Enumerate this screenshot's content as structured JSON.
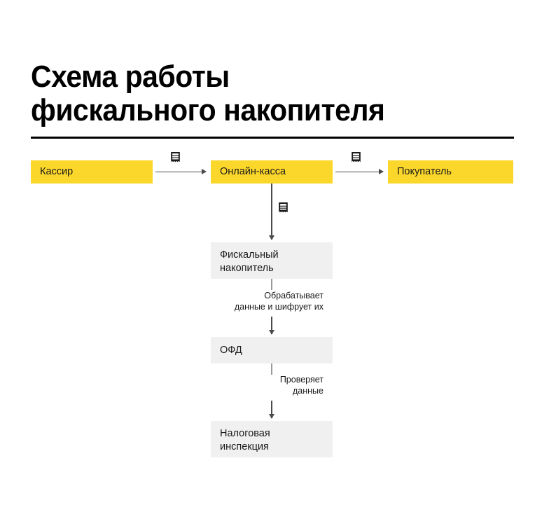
{
  "title": "Схема работы\nфискального накопителя",
  "colors": {
    "accent_yellow": "#FCD72B",
    "node_gray": "#F0F0F0",
    "text": "#1a1a1a",
    "arrow": "#4a4a4a",
    "divider": "#000000"
  },
  "diagram": {
    "type": "flowchart",
    "nodes": [
      {
        "id": "cashier",
        "label": "Кассир",
        "style": "yellow"
      },
      {
        "id": "online-cash",
        "label": "Онлайн-касса",
        "style": "yellow"
      },
      {
        "id": "buyer",
        "label": "Покупатель",
        "style": "yellow"
      },
      {
        "id": "fiscal-drive",
        "label": "Фискальный\nнакопитель",
        "style": "gray"
      },
      {
        "id": "ofd",
        "label": "ОФД",
        "style": "gray"
      },
      {
        "id": "tax",
        "label": "Налоговая\nинспекция",
        "style": "gray"
      }
    ],
    "edges": [
      {
        "from": "cashier",
        "to": "online-cash",
        "label": "",
        "icon": "receipt-icon",
        "direction": "right"
      },
      {
        "from": "online-cash",
        "to": "buyer",
        "label": "",
        "icon": "receipt-icon",
        "direction": "right"
      },
      {
        "from": "online-cash",
        "to": "fiscal-drive",
        "label": "",
        "icon": "receipt-icon",
        "direction": "down"
      },
      {
        "from": "fiscal-drive",
        "to": "ofd",
        "label": "Обрабатывает\nданные и шифрует их",
        "icon": "",
        "direction": "down"
      },
      {
        "from": "ofd",
        "to": "tax",
        "label": "Проверяет\nданные",
        "icon": "",
        "direction": "down"
      }
    ]
  },
  "labels": {
    "process_data": "Обрабатывает\nданные и шифрует их",
    "verify_data": "Проверяет\nданные"
  }
}
